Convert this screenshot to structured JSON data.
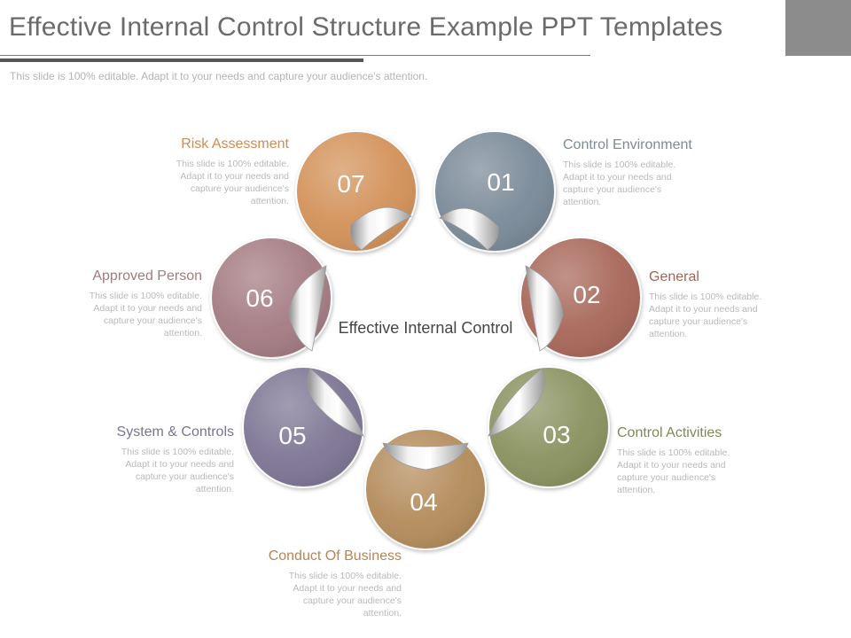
{
  "slide": {
    "title": "Effective Internal Control Structure Example  PPT Templates",
    "subtitle": "This slide is 100% editable. Adapt it to your needs and capture your audience's attention."
  },
  "center_label": "Effective Internal Control",
  "items": [
    {
      "number": "01",
      "heading": "Control Environment",
      "body": "This slide is 100% editable. Adapt it to your needs and capture your audience's attention.",
      "color": "#7a8a98",
      "heading_color": "#7c8b97"
    },
    {
      "number": "02",
      "heading": "General",
      "body": "This slide is 100% editable. Adapt it to your needs and capture your audience's attention.",
      "color": "#a8685a",
      "heading_color": "#a26556"
    },
    {
      "number": "03",
      "heading": "Control Activities",
      "body": "This slide is 100% editable. Adapt it to your needs and capture your audience's attention.",
      "color": "#8a9260",
      "heading_color": "#7f8a55"
    },
    {
      "number": "04",
      "heading": "Conduct Of Business",
      "body": "This slide is 100% editable. Adapt it to your needs and capture your audience's attention.",
      "color": "#b48c5c",
      "heading_color": "#b48555"
    },
    {
      "number": "05",
      "heading": "System & Controls",
      "body": "This slide is 100% editable. Adapt it to your needs and capture your audience's attention.",
      "color": "#7e7694",
      "heading_color": "#7b7393"
    },
    {
      "number": "06",
      "heading": "Approved Person",
      "body": "This slide is 100% editable. Adapt it to your needs and capture your audience's attention.",
      "color": "#a47c82",
      "heading_color": "#a37a7f"
    },
    {
      "number": "07",
      "heading": "Risk Assessment",
      "body": "This slide is 100% editable. Adapt it to your needs and capture your audience's attention.",
      "color": "#d3925a",
      "heading_color": "#cf8c52"
    }
  ]
}
